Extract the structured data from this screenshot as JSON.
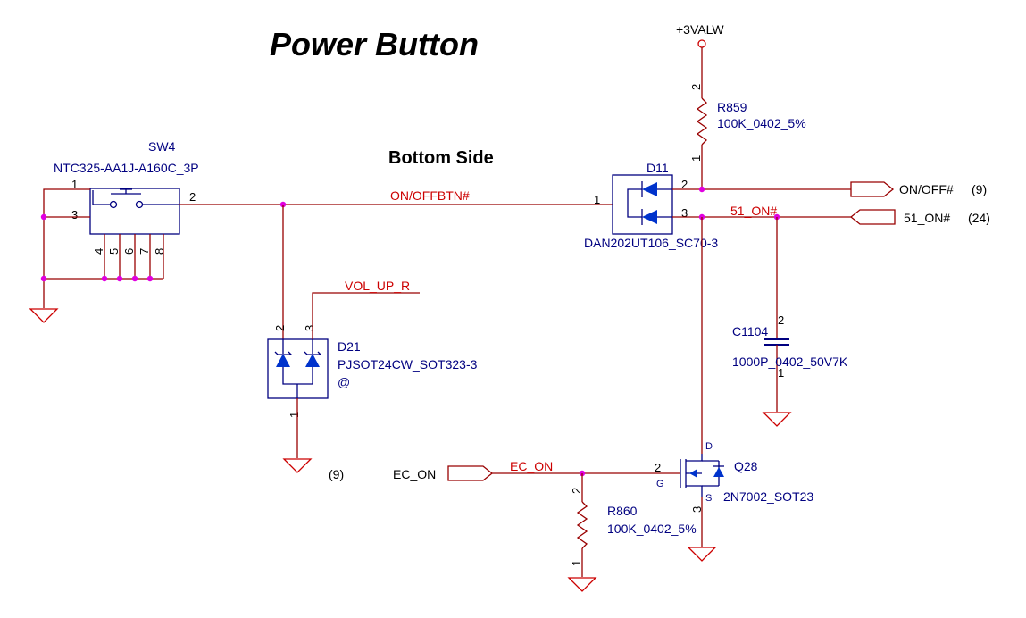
{
  "title": "Power Button",
  "subtitle": "Bottom Side",
  "rails": {
    "power": "+3VALW"
  },
  "nets": {
    "onoffbtn": "ON/OFFBTN#",
    "vol_up": "VOL_UP_R",
    "on51": "51_ON#",
    "ec_on": "EC_ON"
  },
  "offpage": {
    "onoff": {
      "label": "ON/OFF#",
      "ref": "(9)"
    },
    "on51": {
      "label": "51_ON#",
      "ref": "(24)"
    },
    "ec_on": {
      "label": "EC_ON",
      "ref": "(9)"
    }
  },
  "components": {
    "sw4": {
      "ref": "SW4",
      "part": "NTC325-AA1J-A160C_3P",
      "pins": [
        "1",
        "3",
        "2",
        "4",
        "5",
        "6",
        "7",
        "8"
      ]
    },
    "d11": {
      "ref": "D11",
      "part": "DAN202UT106_SC70-3",
      "pins": [
        "1",
        "2",
        "3"
      ]
    },
    "r859": {
      "ref": "R859",
      "value": "100K_0402_5%",
      "pins": [
        "2",
        "1"
      ]
    },
    "d21": {
      "ref": "D21",
      "part": "PJSOT24CW_SOT323-3",
      "note": "@",
      "pins": [
        "2",
        "3",
        "1"
      ]
    },
    "c1104": {
      "ref": "C1104",
      "value": "1000P_0402_50V7K",
      "pins": [
        "2",
        "1"
      ]
    },
    "q28": {
      "ref": "Q28",
      "part": "2N7002_SOT23",
      "pins": [
        "2",
        "3"
      ],
      "terminals": [
        "D",
        "G",
        "S"
      ]
    },
    "r860": {
      "ref": "R860",
      "value": "100K_0402_5%",
      "pins": [
        "2",
        "1"
      ]
    }
  }
}
